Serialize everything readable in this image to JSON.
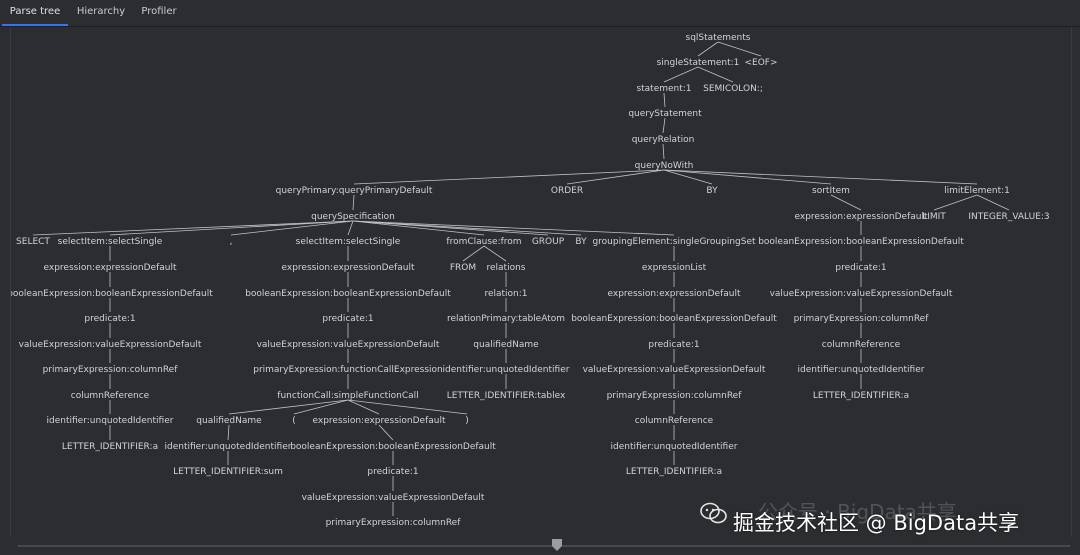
{
  "tabs": [
    {
      "label": "Parse tree",
      "active": true
    },
    {
      "label": "Hierarchy",
      "active": false
    },
    {
      "label": "Profiler",
      "active": false
    }
  ],
  "tree": {
    "nodes": [
      {
        "id": "n0",
        "label": "sqlStatements"
      },
      {
        "id": "n1",
        "label": "singleStatement:1",
        "parent": "n0"
      },
      {
        "id": "n2",
        "label": "<EOF>",
        "parent": "n0"
      },
      {
        "id": "n3",
        "label": "statement:1",
        "parent": "n1"
      },
      {
        "id": "n4",
        "label": "SEMICOLON:;",
        "parent": "n1"
      },
      {
        "id": "n5",
        "label": "queryStatement",
        "parent": "n3"
      },
      {
        "id": "n6",
        "label": "queryRelation",
        "parent": "n5"
      },
      {
        "id": "n7",
        "label": "queryNoWith",
        "parent": "n6"
      },
      {
        "id": "n8",
        "label": "queryPrimary:queryPrimaryDefault",
        "parent": "n7"
      },
      {
        "id": "n9",
        "label": "ORDER",
        "parent": "n7"
      },
      {
        "id": "n10",
        "label": "BY",
        "parent": "n7"
      },
      {
        "id": "n11",
        "label": "sortItem",
        "parent": "n7"
      },
      {
        "id": "n12",
        "label": "limitElement:1",
        "parent": "n7"
      },
      {
        "id": "n13",
        "label": "querySpecification",
        "parent": "n8"
      },
      {
        "id": "n14",
        "label": "SELECT",
        "parent": "n13"
      },
      {
        "id": "n15",
        "label": "selectItem:selectSingle",
        "parent": "n13"
      },
      {
        "id": "n16",
        "label": ",",
        "parent": "n13"
      },
      {
        "id": "n17",
        "label": "selectItem:selectSingle",
        "parent": "n13"
      },
      {
        "id": "n18",
        "label": "fromClause:from",
        "parent": "n13"
      },
      {
        "id": "n19",
        "label": "GROUP",
        "parent": "n13"
      },
      {
        "id": "n20",
        "label": "BY",
        "parent": "n13"
      },
      {
        "id": "n21",
        "label": "groupingElement:singleGroupingSet",
        "parent": "n13"
      },
      {
        "id": "n22",
        "label": "expression:expressionDefault",
        "parent": "n11"
      },
      {
        "id": "n23",
        "label": "LIMIT",
        "parent": "n12"
      },
      {
        "id": "n24",
        "label": "INTEGER_VALUE:3",
        "parent": "n12"
      },
      {
        "id": "n25",
        "label": "expression:expressionDefault",
        "parent": "n15"
      },
      {
        "id": "n26",
        "label": "booleanExpression:booleanExpressionDefault",
        "parent": "n25"
      },
      {
        "id": "n27",
        "label": "predicate:1",
        "parent": "n26"
      },
      {
        "id": "n28",
        "label": "valueExpression:valueExpressionDefault",
        "parent": "n27"
      },
      {
        "id": "n29",
        "label": "primaryExpression:columnRef",
        "parent": "n28"
      },
      {
        "id": "n30",
        "label": "columnReference",
        "parent": "n29"
      },
      {
        "id": "n31",
        "label": "identifier:unquotedIdentifier",
        "parent": "n30"
      },
      {
        "id": "n32",
        "label": "LETTER_IDENTIFIER:a",
        "parent": "n31"
      },
      {
        "id": "n33",
        "label": "expression:expressionDefault",
        "parent": "n17"
      },
      {
        "id": "n34",
        "label": "booleanExpression:booleanExpressionDefault",
        "parent": "n33"
      },
      {
        "id": "n35",
        "label": "predicate:1",
        "parent": "n34"
      },
      {
        "id": "n36",
        "label": "valueExpression:valueExpressionDefault",
        "parent": "n35"
      },
      {
        "id": "n37",
        "label": "primaryExpression:functionCallExpression",
        "parent": "n36"
      },
      {
        "id": "n38",
        "label": "functionCall:simpleFunctionCall",
        "parent": "n37"
      },
      {
        "id": "n39",
        "label": "qualifiedName",
        "parent": "n38"
      },
      {
        "id": "n40",
        "label": "(",
        "parent": "n38"
      },
      {
        "id": "n41",
        "label": "expression:expressionDefault",
        "parent": "n38"
      },
      {
        "id": "n42",
        "label": ")",
        "parent": "n38"
      },
      {
        "id": "n43",
        "label": "identifier:unquotedIdentifier",
        "parent": "n39"
      },
      {
        "id": "n44",
        "label": "LETTER_IDENTIFIER:sum",
        "parent": "n43"
      },
      {
        "id": "n45",
        "label": "booleanExpression:booleanExpressionDefault",
        "parent": "n41"
      },
      {
        "id": "n46",
        "label": "predicate:1",
        "parent": "n45"
      },
      {
        "id": "n47",
        "label": "valueExpression:valueExpressionDefault",
        "parent": "n46"
      },
      {
        "id": "n48",
        "label": "primaryExpression:columnRef",
        "parent": "n47"
      },
      {
        "id": "n49",
        "label": "FROM",
        "parent": "n18"
      },
      {
        "id": "n50",
        "label": "relations",
        "parent": "n18"
      },
      {
        "id": "n51",
        "label": "relation:1",
        "parent": "n50"
      },
      {
        "id": "n52",
        "label": "relationPrimary:tableAtom",
        "parent": "n51"
      },
      {
        "id": "n53",
        "label": "qualifiedName",
        "parent": "n52"
      },
      {
        "id": "n54",
        "label": "identifier:unquotedIdentifier",
        "parent": "n53"
      },
      {
        "id": "n55",
        "label": "LETTER_IDENTIFIER:tablex",
        "parent": "n54"
      },
      {
        "id": "n56",
        "label": "expressionList",
        "parent": "n21"
      },
      {
        "id": "n57",
        "label": "expression:expressionDefault",
        "parent": "n56"
      },
      {
        "id": "n58",
        "label": "booleanExpression:booleanExpressionDefault",
        "parent": "n57"
      },
      {
        "id": "n59",
        "label": "predicate:1",
        "parent": "n58"
      },
      {
        "id": "n60",
        "label": "valueExpression:valueExpressionDefault",
        "parent": "n59"
      },
      {
        "id": "n61",
        "label": "primaryExpression:columnRef",
        "parent": "n60"
      },
      {
        "id": "n62",
        "label": "columnReference",
        "parent": "n61"
      },
      {
        "id": "n63",
        "label": "identifier:unquotedIdentifier",
        "parent": "n62"
      },
      {
        "id": "n64",
        "label": "LETTER_IDENTIFIER:a",
        "parent": "n63"
      },
      {
        "id": "n65",
        "label": "booleanExpression:booleanExpressionDefault",
        "parent": "n22"
      },
      {
        "id": "n66",
        "label": "predicate:1",
        "parent": "n65"
      },
      {
        "id": "n67",
        "label": "valueExpression:valueExpressionDefault",
        "parent": "n66"
      },
      {
        "id": "n68",
        "label": "primaryExpression:columnRef",
        "parent": "n67"
      },
      {
        "id": "n69",
        "label": "columnReference",
        "parent": "n68"
      },
      {
        "id": "n70",
        "label": "identifier:unquotedIdentifier",
        "parent": "n69"
      },
      {
        "id": "n71",
        "label": "LETTER_IDENTIFIER:a",
        "parent": "n70"
      }
    ]
  },
  "watermark": {
    "faint": "公众号 · BigData共享",
    "main": "掘金技术社区 @ BigData共享",
    "icon": "wechat-icon"
  },
  "colors": {
    "background": "#2b2d30",
    "text": "#d0d3d8",
    "edge": "#bfc3c8",
    "tab_accent": "#3574f0"
  }
}
